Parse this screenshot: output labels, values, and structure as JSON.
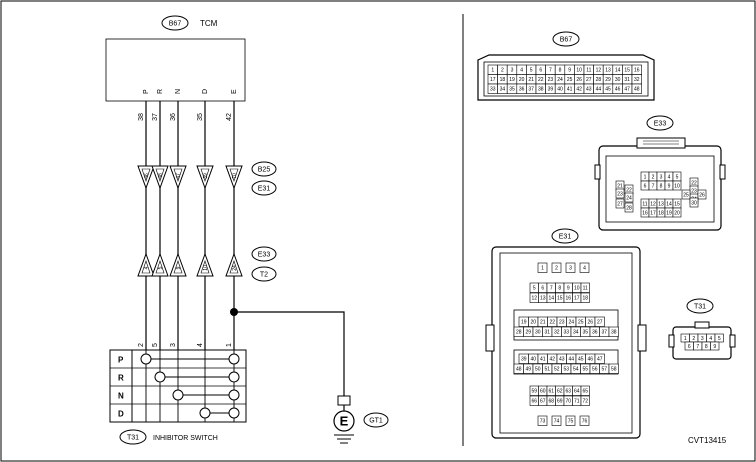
{
  "tcm": {
    "code": "B67",
    "name": "TCM"
  },
  "tcm_pins": [
    {
      "number": "38",
      "signal": "P"
    },
    {
      "number": "37",
      "signal": "R"
    },
    {
      "number": "36",
      "signal": "N"
    },
    {
      "number": "35",
      "signal": "D"
    },
    {
      "number": "42",
      "signal": "E"
    }
  ],
  "upper_pins": [
    "46",
    "48",
    "47",
    "39",
    "70"
  ],
  "upper_connectors": [
    "B25",
    "E31"
  ],
  "lower_pins": [
    "4",
    "5",
    "9",
    "10",
    "24"
  ],
  "lower_connectors": [
    "E33",
    "T2"
  ],
  "switch_pins": [
    "2",
    "5",
    "3",
    "4",
    "1"
  ],
  "switch_rows": [
    "P",
    "R",
    "N",
    "D"
  ],
  "switch_label": {
    "code": "T31",
    "name": "INHIBITOR SWITCH"
  },
  "ground": {
    "symbol": "E",
    "code": "GT1"
  },
  "right_views": {
    "b67": {
      "label": "B67",
      "rows": [
        [
          "1",
          "2",
          "3",
          "4",
          "5",
          "6",
          "7",
          "8",
          "9",
          "10",
          "11",
          "12",
          "13",
          "14",
          "15",
          "16"
        ],
        [
          "17",
          "18",
          "19",
          "20",
          "21",
          "22",
          "23",
          "24",
          "25",
          "26",
          "27",
          "28",
          "29",
          "30",
          "31",
          "32"
        ],
        [
          "33",
          "34",
          "35",
          "36",
          "37",
          "38",
          "39",
          "40",
          "41",
          "42",
          "43",
          "44",
          "45",
          "46",
          "47",
          "48"
        ]
      ]
    },
    "e33": {
      "label": "E33",
      "center_top": [
        [
          "1",
          "2",
          "3",
          "4",
          "5"
        ],
        [
          "6",
          "7",
          "8",
          "9",
          "10"
        ]
      ],
      "center_bottom": [
        [
          "11",
          "12",
          "13",
          "14",
          "15"
        ],
        [
          "16",
          "17",
          "18",
          "19",
          "20"
        ]
      ],
      "left": [
        "21",
        "22",
        "23",
        "24",
        "27",
        "28"
      ],
      "right": [
        "22",
        "23",
        "24",
        "25",
        "26",
        "30"
      ]
    },
    "e31": {
      "label": "E31",
      "rows": [
        [
          "1",
          "2",
          "3",
          "4"
        ],
        [
          "5",
          "6",
          "7",
          "8",
          "9",
          "10",
          "11"
        ],
        [
          "12",
          "13",
          "14",
          "15",
          "16",
          "17",
          "18"
        ],
        [
          "19",
          "20",
          "21",
          "22",
          "23",
          "24",
          "25",
          "26",
          "27"
        ],
        [
          "28",
          "29",
          "30",
          "31",
          "32",
          "33",
          "34",
          "35",
          "36",
          "37",
          "38"
        ],
        [
          "39",
          "40",
          "41",
          "42",
          "43",
          "44",
          "45",
          "46",
          "47"
        ],
        [
          "48",
          "49",
          "50",
          "51",
          "52",
          "53",
          "54",
          "55",
          "56",
          "57",
          "58"
        ],
        [
          "59",
          "60",
          "61",
          "62",
          "63",
          "64",
          "65"
        ],
        [
          "66",
          "67",
          "68",
          "69",
          "70",
          "71",
          "72"
        ],
        [
          "73",
          "74",
          "75",
          "76"
        ]
      ]
    },
    "t31": {
      "label": "T31",
      "rows": [
        [
          "1",
          "2",
          "3",
          "4",
          "5"
        ],
        [
          "6",
          "7",
          "8",
          "9"
        ]
      ]
    }
  },
  "figure_code": "CVT13415"
}
